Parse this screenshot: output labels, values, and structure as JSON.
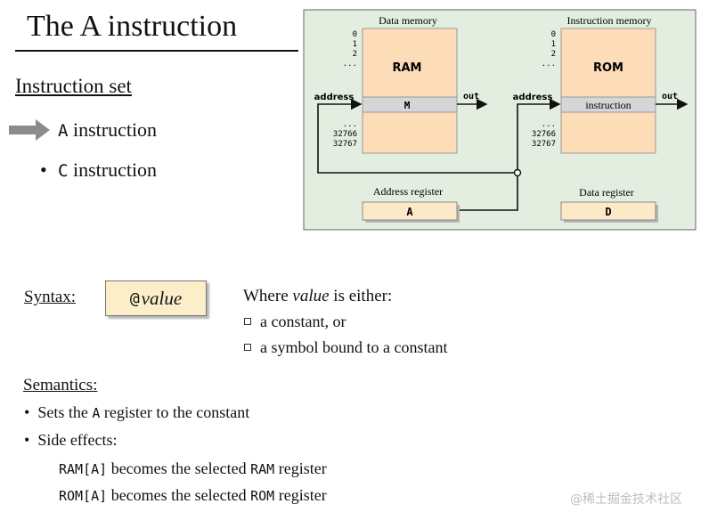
{
  "title": "The A instruction",
  "instruction_set": {
    "heading": "Instruction set",
    "items": [
      {
        "code": "A",
        "text": " instruction",
        "current": true
      },
      {
        "code": "C",
        "text": " instruction",
        "current": false
      }
    ]
  },
  "diagram": {
    "data_memory": {
      "title": "Data memory",
      "block": "RAM",
      "register": "M",
      "addr_top": [
        "0",
        "1",
        "2",
        "..."
      ],
      "addr_bottom": [
        "...",
        "32766",
        "32767"
      ],
      "in_label": "address",
      "out_label": "out"
    },
    "instruction_memory": {
      "title": "Instruction memory",
      "block": "ROM",
      "register": "instruction",
      "addr_top": [
        "0",
        "1",
        "2",
        "..."
      ],
      "addr_bottom": [
        "...",
        "32766",
        "32767"
      ],
      "in_label": "address",
      "out_label": "out"
    },
    "address_register": {
      "title": "Address register",
      "value": "A"
    },
    "data_register": {
      "title": "Data register",
      "value": "D"
    },
    "colors": {
      "panel": "#e3eee0",
      "memory": "#fddcb8",
      "highlight": "#d6d6d6",
      "register": "#fbe9c8"
    }
  },
  "syntax": {
    "label": "Syntax:",
    "at": "@",
    "value": "value",
    "where_prefix": "Where ",
    "where_italic": "value",
    "where_suffix": " is either:",
    "options": [
      "a constant, or",
      "a symbol bound to a constant"
    ]
  },
  "semantics": {
    "label": "Semantics:",
    "b1_pre": "Sets the ",
    "b1_code": "A",
    "b1_post": " register to the constant",
    "b2": "Side effects:",
    "e1_code": "RAM[A]",
    "e1_mid": " becomes the selected ",
    "e1_code2": "RAM",
    "e1_post": " register",
    "e2_code": "ROM[A]",
    "e2_mid": " becomes the selected ",
    "e2_code2": "ROM",
    "e2_post": " register"
  },
  "watermark": "@稀土掘金技术社区"
}
